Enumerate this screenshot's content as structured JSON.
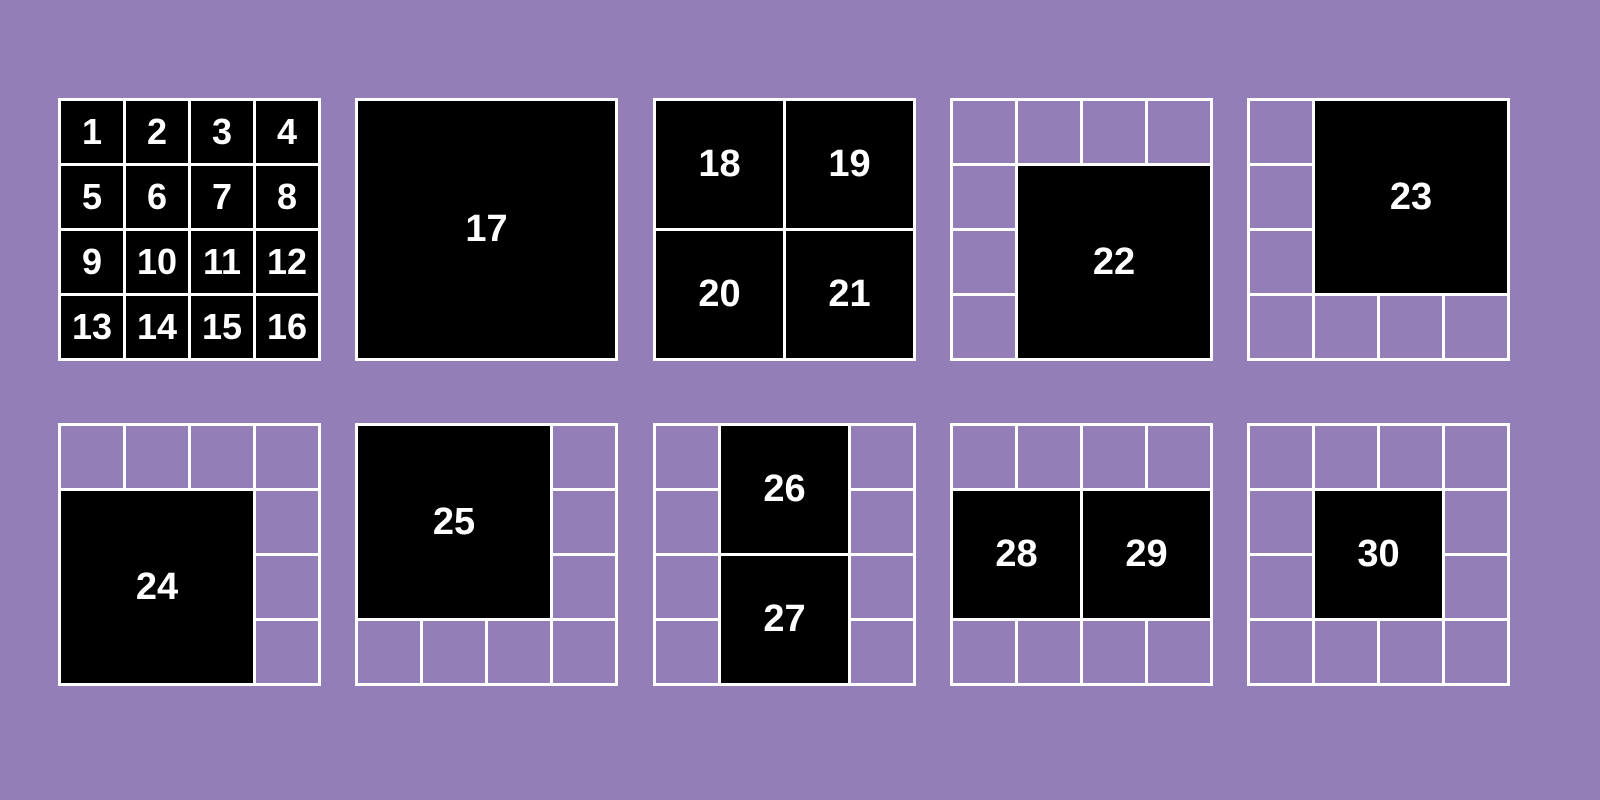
{
  "colors": {
    "background": "#937eb8",
    "tile": "#000000",
    "grid_line": "#ffffff",
    "label": "#ffffff"
  },
  "panels": [
    {
      "tiles": [
        "1",
        "2",
        "3",
        "4",
        "5",
        "6",
        "7",
        "8",
        "9",
        "10",
        "11",
        "12",
        "13",
        "14",
        "15",
        "16"
      ]
    },
    {
      "tiles": [
        "17"
      ]
    },
    {
      "tiles": [
        "18",
        "19",
        "20",
        "21"
      ]
    },
    {
      "tiles": [
        "22"
      ]
    },
    {
      "tiles": [
        "23"
      ]
    },
    {
      "tiles": [
        "24"
      ]
    },
    {
      "tiles": [
        "25"
      ]
    },
    {
      "tiles": [
        "26",
        "27"
      ]
    },
    {
      "tiles": [
        "28",
        "29"
      ]
    },
    {
      "tiles": [
        "30"
      ]
    }
  ]
}
